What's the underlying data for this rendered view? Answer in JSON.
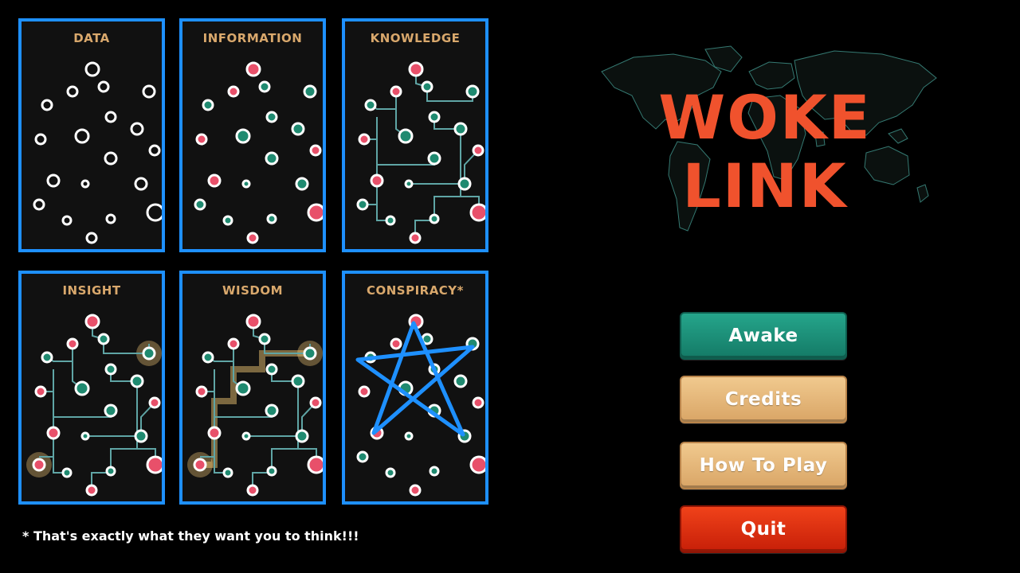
{
  "colors": {
    "panel_border": "#1e90ff",
    "panel_title": "#d9a86c",
    "logo": "#f0522d",
    "node_teal": "#1f8a70",
    "node_pink": "#e8506a",
    "node_ring": "#ffffff",
    "link_line": "#5fa5a5",
    "star_line": "#1e90ff",
    "glow": "#ffd27a"
  },
  "panels": [
    {
      "title": "DATA",
      "icon": "scattered-dots-icon"
    },
    {
      "title": "INFORMATION",
      "icon": "colored-dots-icon"
    },
    {
      "title": "KNOWLEDGE",
      "icon": "connected-network-icon"
    },
    {
      "title": "INSIGHT",
      "icon": "glowing-network-icon"
    },
    {
      "title": "WISDOM",
      "icon": "highlighted-path-network-icon"
    },
    {
      "title": "CONSPIRACY*",
      "icon": "pentagram-network-icon"
    }
  ],
  "footnote": "* That's exactly what they want you to think!!!",
  "logo": {
    "line1": "WOKE",
    "line2": "LINK",
    "background_icon": "world-map-icon"
  },
  "menu": {
    "awake": "Awake",
    "credits": "Credits",
    "how_to_play": "How To Play",
    "quit": "Quit"
  }
}
